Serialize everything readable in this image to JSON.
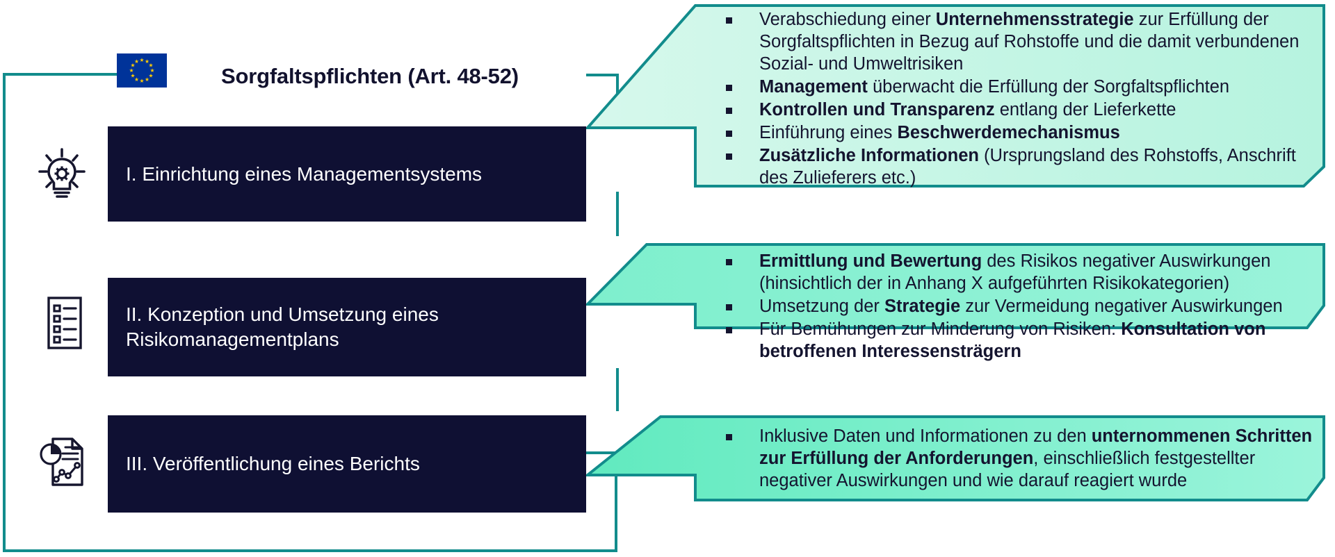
{
  "diagram": {
    "title": "Sorgfaltspflichten (Art. 48-52)",
    "flag": {
      "name": "eu-flag",
      "background": "#003399",
      "star_color": "#FFCC00",
      "stars": 12
    },
    "colors": {
      "accent_teal": "#128c8c",
      "dark_navy": "#0f1033",
      "callout_fill_light": "#d7f7ec",
      "callout_fill_strong": "#6ceec4",
      "text_dark": "#14142f",
      "text_light": "#ffffff"
    },
    "steps": [
      {
        "icon": "lightbulb-gear-icon",
        "label": "I. Einrichtung eines Managementsystems",
        "callout": [
          [
            {
              "t": "Verabschiedung einer ",
              "b": false
            },
            {
              "t": "Unternehmensstrategie",
              "b": true
            },
            {
              "t": " zur Erfüllung der  Sorgfaltspflichten in Bezug auf Rohstoffe und die damit verbundenen Sozial- und Umweltrisiken",
              "b": false
            }
          ],
          [
            {
              "t": "Management",
              "b": true
            },
            {
              "t": " überwacht die Erfüllung der Sorgfaltspflichten",
              "b": false
            }
          ],
          [
            {
              "t": "Kontrollen und Transparenz",
              "b": true
            },
            {
              "t": " entlang der Lieferkette",
              "b": false
            }
          ],
          [
            {
              "t": "Einführung eines ",
              "b": false
            },
            {
              "t": "Beschwerdemechanismus",
              "b": true
            }
          ],
          [
            {
              "t": "Zusätzliche Informationen",
              "b": true
            },
            {
              "t": " (Ursprungsland des Rohstoffs, Anschrift des Zulieferers etc.)",
              "b": false
            }
          ]
        ]
      },
      {
        "icon": "checklist-icon",
        "label": "II. Konzeption und Umsetzung eines Risikomanagementplans",
        "callout": [
          [
            {
              "t": "Ermittlung und Bewertung",
              "b": true
            },
            {
              "t": " des Risikos negativer Auswirkungen (hinsichtlich der in Anhang X aufgeführten Risikokategorien)",
              "b": false
            }
          ],
          [
            {
              "t": "Umsetzung der ",
              "b": false
            },
            {
              "t": "Strategie",
              "b": true
            },
            {
              "t": " zur Vermeidung negativer Auswirkungen",
              "b": false
            }
          ],
          [
            {
              "t": "Für Bemühungen zur Minderung von Risiken: ",
              "b": false
            },
            {
              "t": "Konsultation von betroffenen Interessensträgern",
              "b": true
            }
          ]
        ]
      },
      {
        "icon": "report-chart-icon",
        "label": "III. Veröffentlichung eines Berichts",
        "callout": [
          [
            {
              "t": "Inklusive Daten und Informationen zu den ",
              "b": false
            },
            {
              "t": "unternommenen Schritten zur Erfüllung der Anforderungen",
              "b": true
            },
            {
              "t": ", einschließlich festgestellter negativer Auswirkungen  und wie darauf reagiert wurde",
              "b": false
            }
          ]
        ]
      }
    ]
  }
}
